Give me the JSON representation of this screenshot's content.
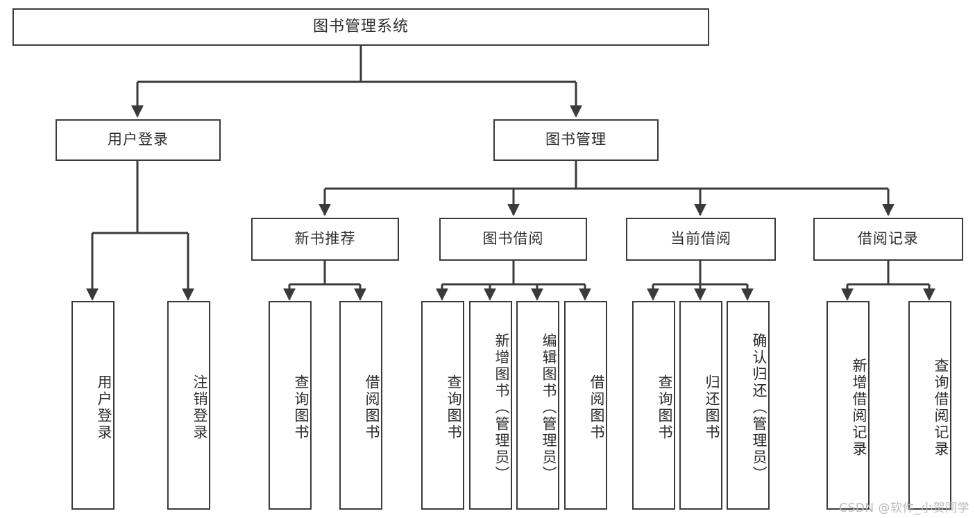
{
  "diagram": {
    "type": "tree",
    "title": "图书管理系统",
    "colors": {
      "background": "#ffffff",
      "box_border": "#3a3a3a",
      "box_fill": "#ffffff",
      "edge": "#3a3a3a",
      "text": "#2b2b2b",
      "watermark": "#b9b9b9"
    },
    "root": {
      "label": "图书管理系统"
    },
    "level2": [
      {
        "id": "user-login",
        "label": "用户登录"
      },
      {
        "id": "book-management",
        "label": "图书管理"
      }
    ],
    "level3": [
      {
        "id": "new-book-recommend",
        "label": "新书推荐",
        "parent": "book-management"
      },
      {
        "id": "book-borrow",
        "label": "图书借阅",
        "parent": "book-management"
      },
      {
        "id": "current-borrow",
        "label": "当前借阅",
        "parent": "book-management"
      },
      {
        "id": "borrow-record",
        "label": "借阅记录",
        "parent": "book-management"
      }
    ],
    "leaves": {
      "user-login": [
        {
          "id": "leaf-user-login",
          "label": "用户登录"
        },
        {
          "id": "leaf-logout-login",
          "label": "注销登录"
        }
      ],
      "new-book-recommend": [
        {
          "id": "leaf-query-book-1",
          "label": "查询图书"
        },
        {
          "id": "leaf-borrow-book-1",
          "label": "借阅图书"
        }
      ],
      "book-borrow": [
        {
          "id": "leaf-query-book-2",
          "label": "查询图书"
        },
        {
          "id": "leaf-add-book-admin",
          "label": "新增图书（管理员）"
        },
        {
          "id": "leaf-edit-book-admin",
          "label": "编辑图书（管理员）"
        },
        {
          "id": "leaf-borrow-book-2",
          "label": "借阅图书"
        }
      ],
      "current-borrow": [
        {
          "id": "leaf-query-book-3",
          "label": "查询图书"
        },
        {
          "id": "leaf-return-book",
          "label": "归还图书"
        },
        {
          "id": "leaf-confirm-return-admin",
          "label": "确认归还（管理员）"
        }
      ],
      "borrow-record": [
        {
          "id": "leaf-add-borrow-record",
          "label": "新增借阅记录"
        },
        {
          "id": "leaf-query-borrow-record",
          "label": "查询借阅记录"
        }
      ]
    },
    "watermark": "CSDN @软件_小贺同学"
  }
}
